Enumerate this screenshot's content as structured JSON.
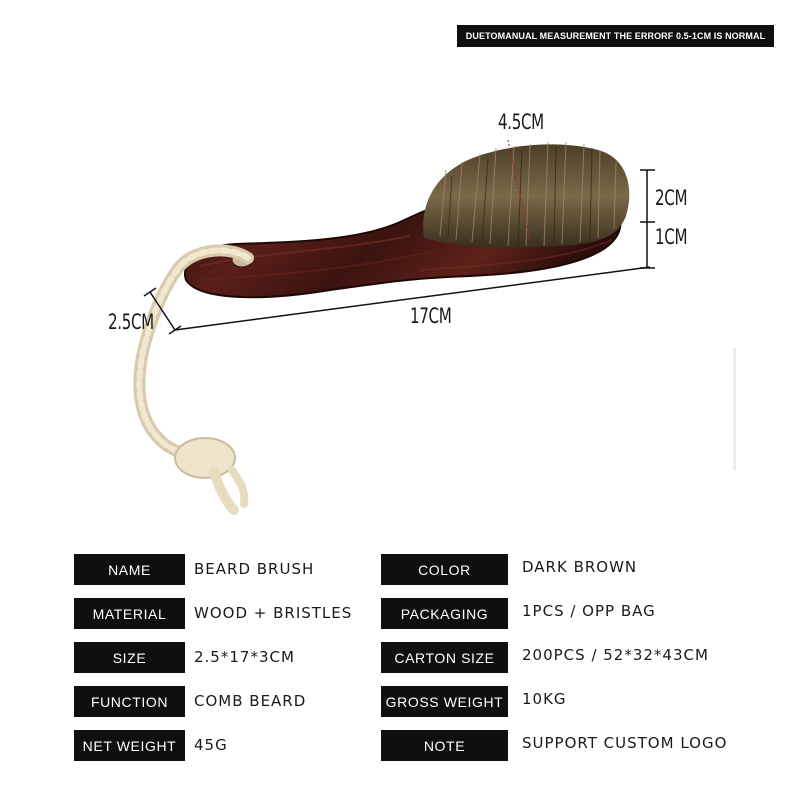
{
  "banner_text": "DUETOMANUAL MEASUREMENT  THE ERRORF 0.5-1CM  IS NORMAL",
  "dimensions": {
    "width_label": "4.5CM",
    "height_label": "2CM",
    "base_label": "1CM",
    "length_label": "17CM",
    "handle_label": "2.5CM"
  },
  "specs": {
    "left": [
      {
        "label": "NAME",
        "value": "BEARD BRUSH"
      },
      {
        "label": "MATERIAL",
        "value": "WOOD + BRISTLES"
      },
      {
        "label": "SIZE",
        "value": "2.5*17*3CM"
      },
      {
        "label": "FUNCTION",
        "value": "COMB BEARD"
      },
      {
        "label": "NET WEIGHT",
        "value": "45G"
      }
    ],
    "right": [
      {
        "label": "COLOR",
        "value": "DARK BROWN"
      },
      {
        "label": "PACKAGING",
        "value": "1PCS / OPP BAG"
      },
      {
        "label": "CARTON SIZE",
        "value": "200PCS / 52*32*43CM"
      },
      {
        "label": "GROSS WEIGHT",
        "value": "10KG"
      },
      {
        "label": "NOTE",
        "value": "SUPPORT CUSTOM LOGO"
      }
    ]
  },
  "colors": {
    "label_bg": "#0f0f0f",
    "wood": "#3a1410",
    "bristle": "#6b5a3a",
    "rope": "#e8dcc0"
  }
}
